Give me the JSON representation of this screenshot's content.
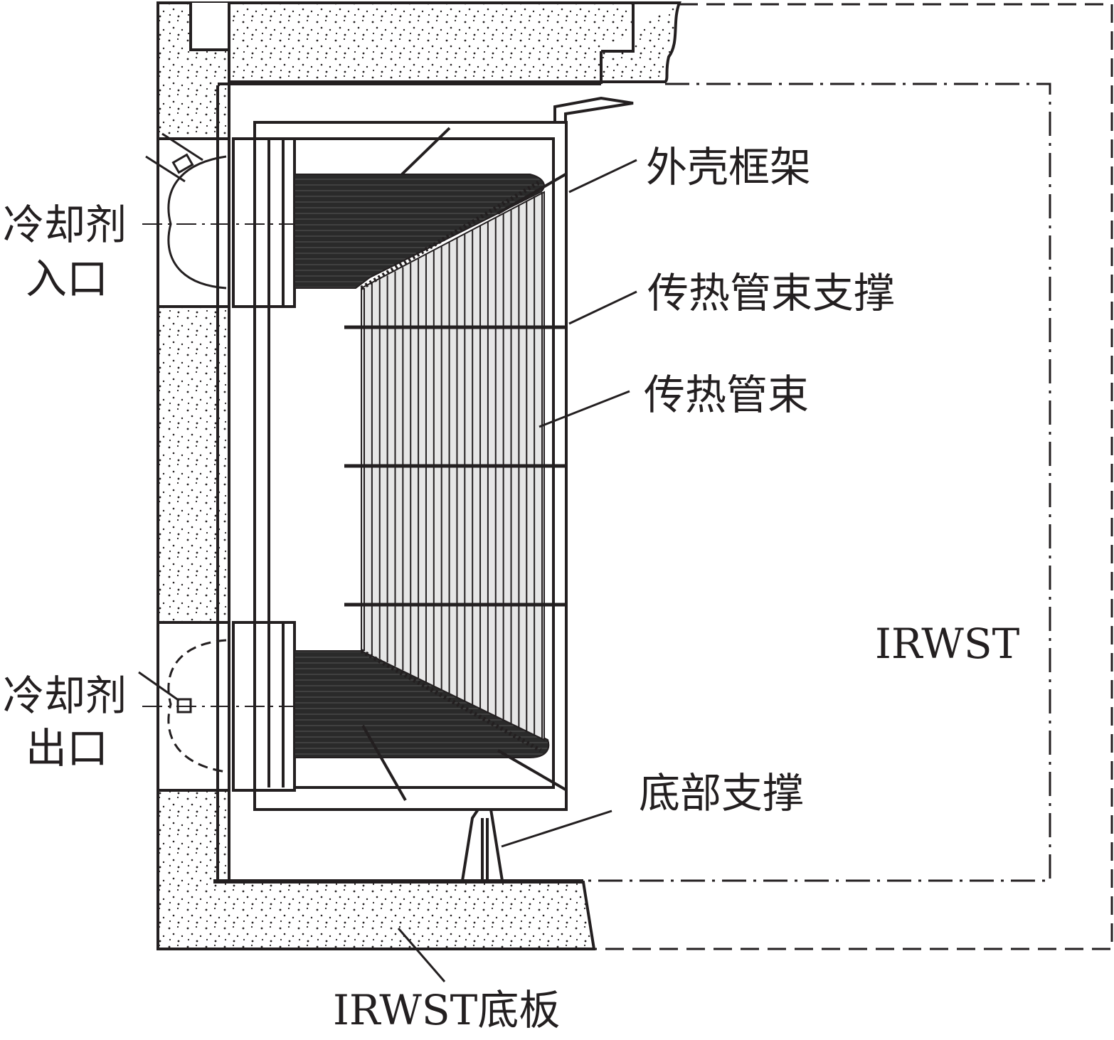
{
  "labels": {
    "shell_frame": "外壳框架",
    "tube_bundle_support": "传热管束支撑",
    "tube_bundle": "传热管束",
    "coolant_inlet_line1": "冷却剂",
    "coolant_inlet_line2": "入口",
    "coolant_outlet_line1": "冷却剂",
    "coolant_outlet_line2": "出口",
    "irwst": "IRWST",
    "bottom_support": "底部支撑",
    "irwst_floor": "IRWST底板"
  },
  "colors": {
    "ink": "#231f20",
    "background": "#ffffff"
  }
}
